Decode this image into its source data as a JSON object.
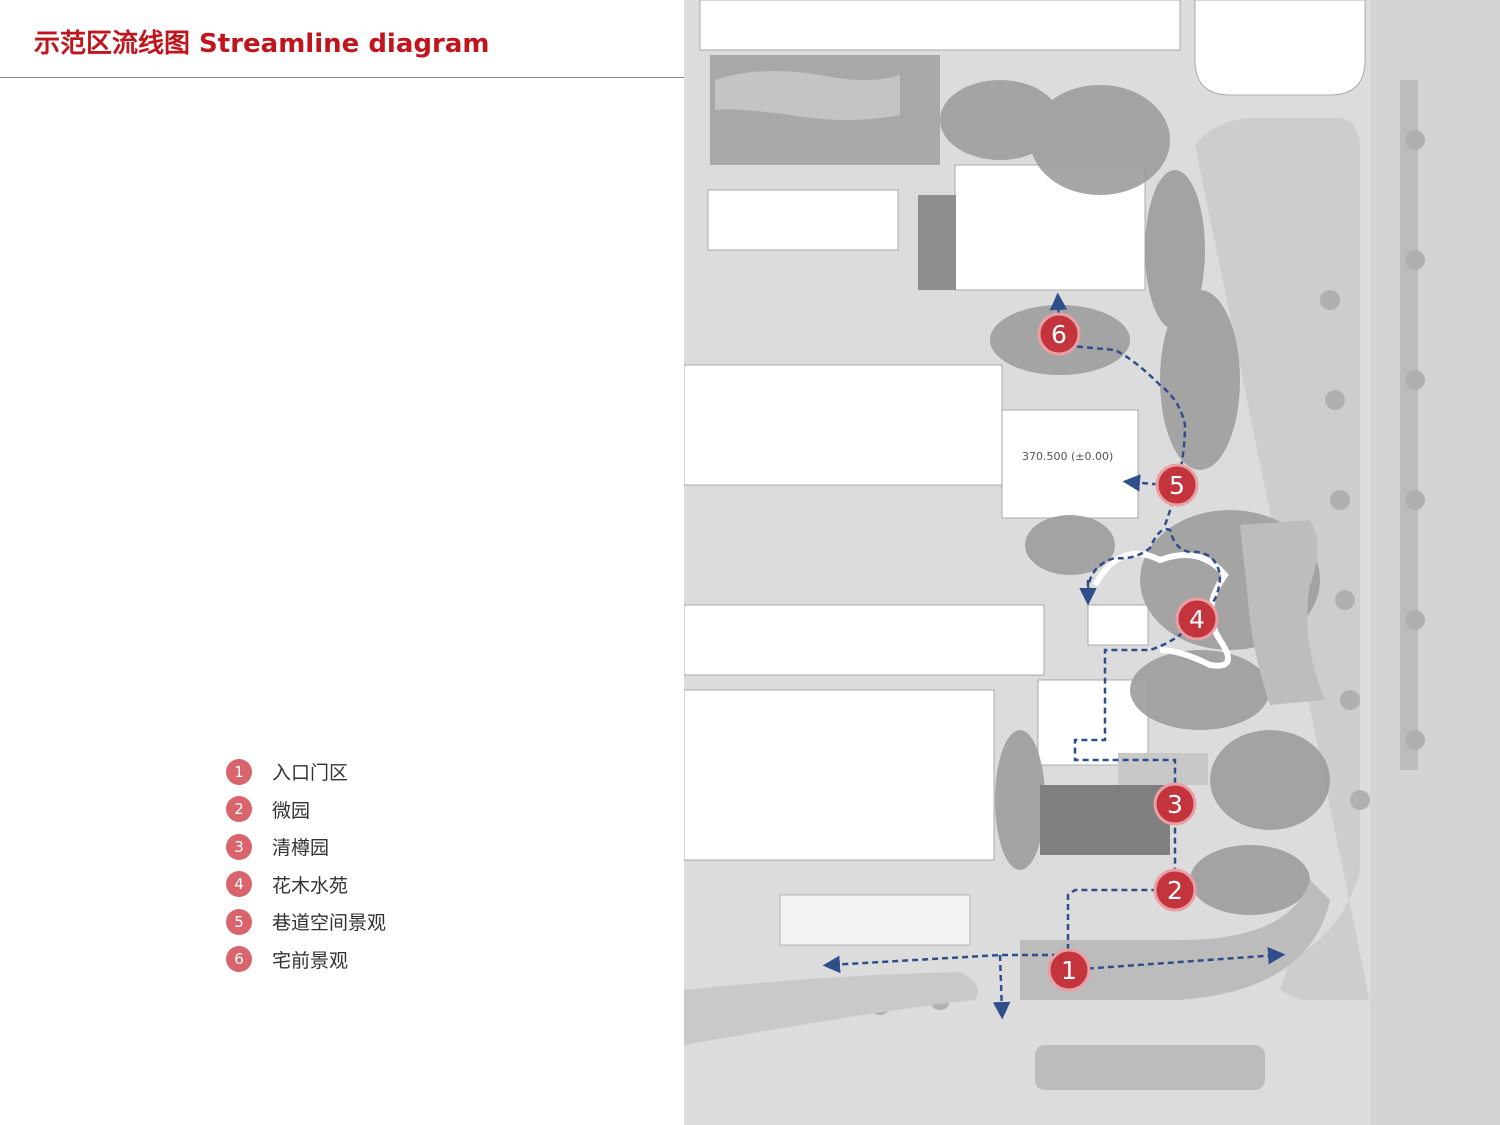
{
  "header": {
    "title": "示范区流线图 Streamline diagram"
  },
  "plan": {
    "elevation_label": "370.500 (±0.00)"
  },
  "legend": {
    "items": [
      {
        "num": "1",
        "label": "入口门区"
      },
      {
        "num": "2",
        "label": "微园"
      },
      {
        "num": "3",
        "label": "清樽园"
      },
      {
        "num": "4",
        "label": "花木水苑"
      },
      {
        "num": "5",
        "label": "巷道空间景观"
      },
      {
        "num": "6",
        "label": "宅前景观"
      }
    ]
  },
  "colors": {
    "title": "#c0151c",
    "path": "#2f4f8a",
    "marker": "#c3343c",
    "legend_marker": "#d9646b"
  }
}
